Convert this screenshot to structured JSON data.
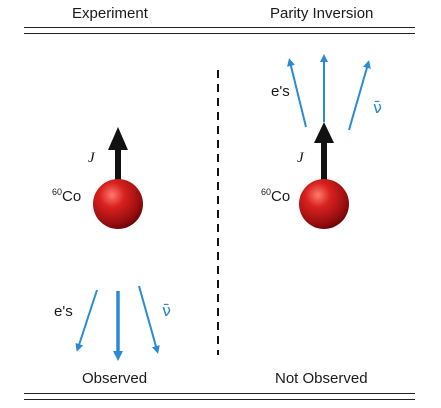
{
  "experiment_panel": {
    "title": "Experiment",
    "nucleus_label_sup": "60",
    "nucleus_label": "Co",
    "spin_label": "J",
    "electron_label": "e's",
    "antineutrino_label": "ν̄",
    "caption": "Observed"
  },
  "inversion_panel": {
    "title": "Parity Inversion",
    "nucleus_label_sup": "60",
    "nucleus_label": "Co",
    "spin_label": "J",
    "electron_label": "e's",
    "antineutrino_label": "ν̄",
    "caption": "Not Observed"
  },
  "colors": {
    "nucleus": "#c1161a",
    "arrow_blue": "#2a8ad4",
    "spin_arrow": "#111111"
  }
}
